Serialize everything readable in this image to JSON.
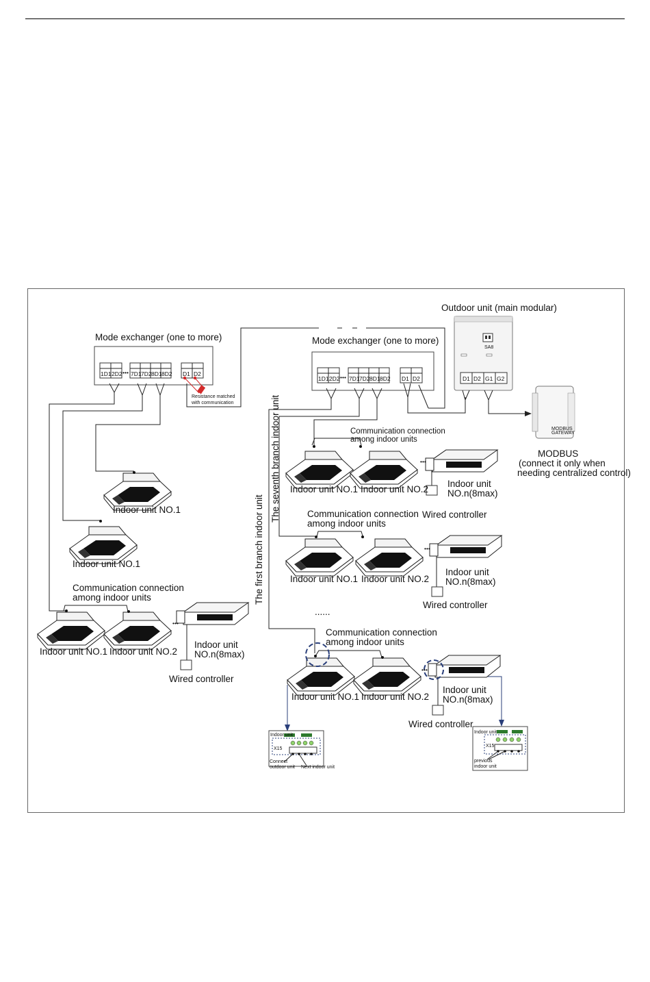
{
  "labels": {
    "outdoor_unit": "Outdoor unit (main modular)",
    "sa8": "SA8",
    "mode_exchanger": "Mode exchanger (one to more)",
    "resistance_1": "Resistance matched",
    "resistance_2": "with communication",
    "comm_1": "Communication connection",
    "comm_2": "among indoor units",
    "iu1": "Indoor unit NO.1",
    "iu2": "Indoor unit NO.2",
    "iun_1": "Indoor unit",
    "iun_2": "NO.n(8max)",
    "wired": "Wired controller",
    "modbus": "MODBUS",
    "modbus_note_1": "(connect it only when",
    "modbus_note_2": "needing centralized control)",
    "modbus_gateway_1": "MODBUS",
    "modbus_gateway_2": "GATEWAY",
    "seventh_branch": "The seventh branch indoor unit",
    "first_branch": "The first branch indoor unit",
    "ellipsis": "......",
    "dots": "•••",
    "detail_indoor": "Indoor unit",
    "detail_connect_1": "Connect",
    "detail_connect_2": "outdoor unit",
    "detail_next": "Next indoor unit",
    "detail_previous_1": "previous",
    "detail_previous_2": "indoor unit",
    "detail_x": "X15"
  },
  "terminals": {
    "exch_left_a": [
      "1D1",
      "2D2"
    ],
    "exch_left_b": [
      "7D1",
      "7D2",
      "8D1",
      "8D2"
    ],
    "exch_d": [
      "D1",
      "D2"
    ],
    "outdoor": [
      "D1",
      "D2",
      "G1",
      "G2"
    ]
  }
}
